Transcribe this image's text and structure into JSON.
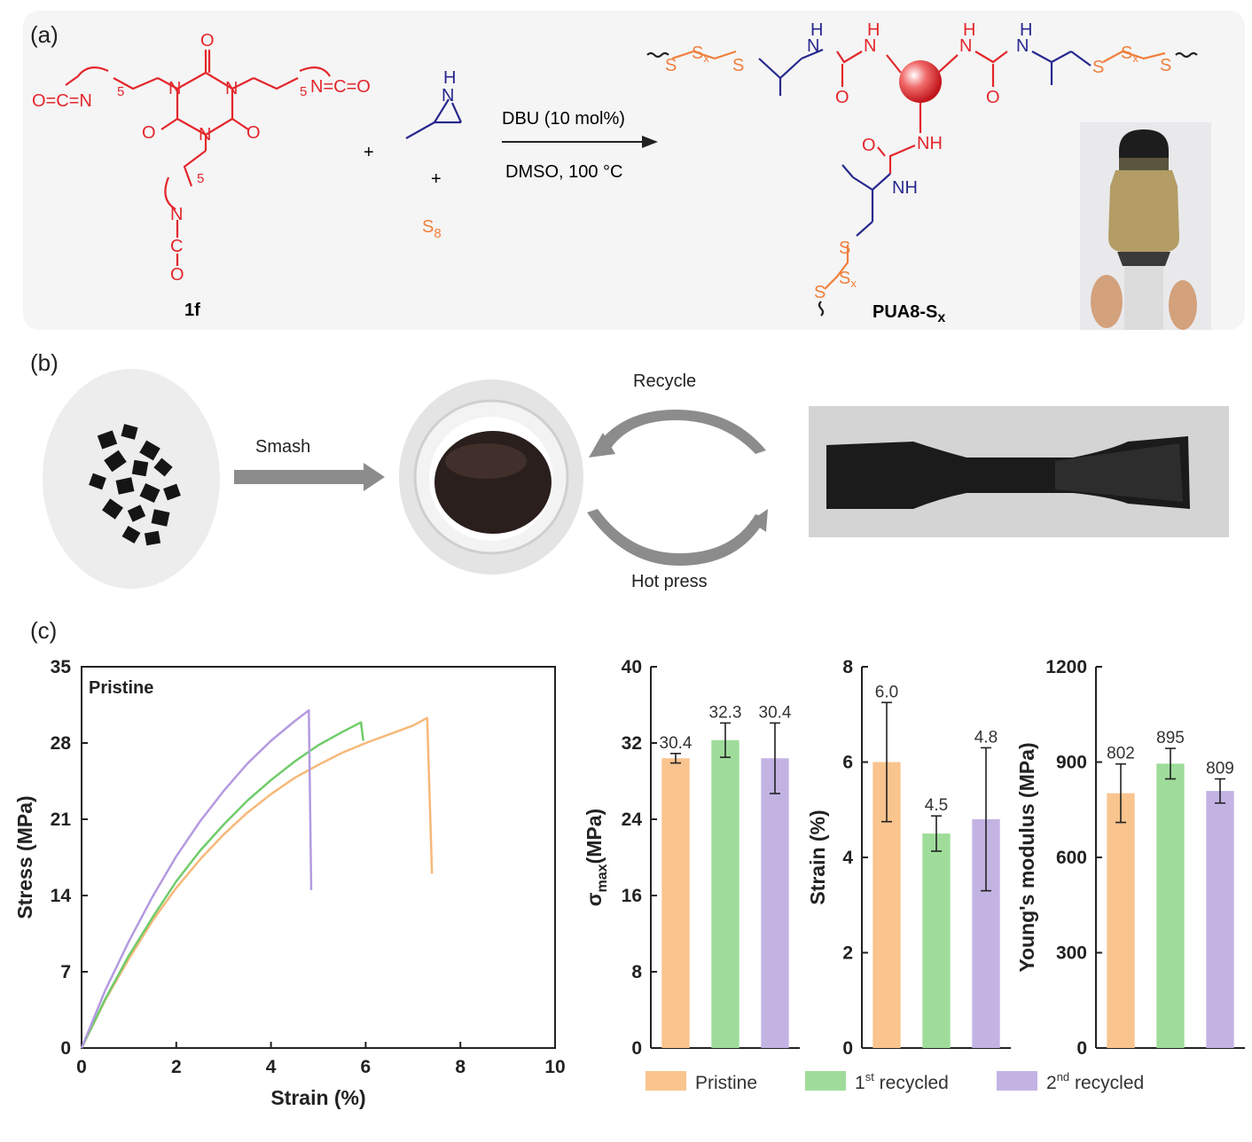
{
  "panels": {
    "a": "(a)",
    "b": "(b)",
    "c": "(c)"
  },
  "scheme": {
    "isocyanate": "O=C=N",
    "isocyanate_right": "N=C=O",
    "repeat_sub": "5",
    "carbonyl_o": "O",
    "ring_n": "N",
    "plus": "+",
    "aziridine_h": "H",
    "aziridine_n": "N",
    "sulfur": "S",
    "sulfur_sub": "8",
    "conditions_top": "DBU (10 mol%)",
    "conditions_bottom": "DMSO, 100 °C",
    "compound_label": "1f",
    "product_label": "PUA8-S",
    "product_sub": "x",
    "nh": "NH",
    "h": "H",
    "n": "N",
    "o": "O",
    "s": "S",
    "sx": "S",
    "sx_sub": "x"
  },
  "process": {
    "smash": "Smash",
    "recycle": "Recycle",
    "hot_press": "Hot press"
  },
  "colors": {
    "pristine": "#f9c48e",
    "recycled1": "#9fdc9a",
    "recycled2": "#c3b3e3",
    "pristine_line": "#f7b878",
    "recycled1_line": "#6fcc6a",
    "recycled2_line": "#b49ae0",
    "red": "#e3262c",
    "blue": "#28288f",
    "orange": "#f07f3c"
  },
  "chart_data": [
    {
      "type": "line",
      "annotation": "Pristine",
      "xlabel": "Strain (%)",
      "ylabel": "Stress (MPa)",
      "xlim": [
        0,
        10
      ],
      "ylim": [
        0,
        35
      ],
      "xticks": [
        0,
        2,
        4,
        6,
        8,
        10
      ],
      "yticks": [
        0,
        7,
        14,
        21,
        28,
        35
      ],
      "series": [
        {
          "key": "pristine",
          "x": [
            0,
            0.5,
            1,
            1.5,
            2,
            2.5,
            3,
            3.5,
            4,
            4.5,
            5,
            5.5,
            6,
            6.5,
            7,
            7.3,
            7.3,
            7.4
          ],
          "y": [
            0,
            4.4,
            8.2,
            11.7,
            14.7,
            17.3,
            19.6,
            21.6,
            23.3,
            24.8,
            26.0,
            27.1,
            28.0,
            28.8,
            29.6,
            30.3,
            30.3,
            16.0
          ]
        },
        {
          "key": "recycled1",
          "x": [
            0,
            0.5,
            1,
            1.5,
            2,
            2.5,
            3,
            3.5,
            4,
            4.5,
            5,
            5.5,
            5.9,
            5.95
          ],
          "y": [
            0,
            4.5,
            8.5,
            12.0,
            15.3,
            18.1,
            20.5,
            22.7,
            24.6,
            26.3,
            27.8,
            29.0,
            29.9,
            28.2
          ]
        },
        {
          "key": "recycled2",
          "x": [
            0,
            0.5,
            1,
            1.5,
            2,
            2.5,
            3,
            3.5,
            4,
            4.5,
            4.8,
            4.85
          ],
          "y": [
            0,
            5.3,
            9.8,
            13.9,
            17.6,
            20.8,
            23.6,
            26.1,
            28.2,
            30.0,
            31.0,
            14.5
          ]
        }
      ]
    },
    {
      "type": "bar",
      "ylabel": "σmax(MPa)",
      "ylabel_main": "σ",
      "ylabel_sub": "max",
      "ylabel_tail": "(MPa)",
      "ylim": [
        0,
        40
      ],
      "yticks": [
        0,
        8,
        16,
        24,
        32,
        40
      ],
      "categories": [
        "Pristine",
        "1st recycled",
        "2nd recycled"
      ],
      "values": [
        30.4,
        32.3,
        30.4
      ],
      "errors": [
        0.5,
        1.8,
        3.7
      ],
      "labels": [
        "30.4",
        "32.3",
        "30.4"
      ]
    },
    {
      "type": "bar",
      "ylabel": "Strain (%)",
      "ylim": [
        0,
        8
      ],
      "yticks": [
        0,
        2,
        4,
        6,
        8
      ],
      "categories": [
        "Pristine",
        "1st recycled",
        "2nd recycled"
      ],
      "values": [
        6.0,
        4.5,
        4.8
      ],
      "errors": [
        1.25,
        0.37,
        1.5
      ],
      "labels": [
        "6.0",
        "4.5",
        "4.8"
      ]
    },
    {
      "type": "bar",
      "ylabel": "Young's modulus (MPa)",
      "ylim": [
        0,
        1200
      ],
      "yticks": [
        0,
        300,
        600,
        900,
        1200
      ],
      "categories": [
        "Pristine",
        "1st recycled",
        "2nd recycled"
      ],
      "values": [
        802,
        895,
        809
      ],
      "errors": [
        92,
        48,
        38
      ],
      "labels": [
        "802",
        "895",
        "809"
      ]
    }
  ],
  "legend": [
    {
      "key": "pristine",
      "main": "Pristine",
      "sup": "",
      "tail": ""
    },
    {
      "key": "recycled1",
      "main": "1",
      "sup": "st",
      "tail": " recycled"
    },
    {
      "key": "recycled2",
      "main": "2",
      "sup": "nd",
      "tail": " recycled"
    }
  ]
}
